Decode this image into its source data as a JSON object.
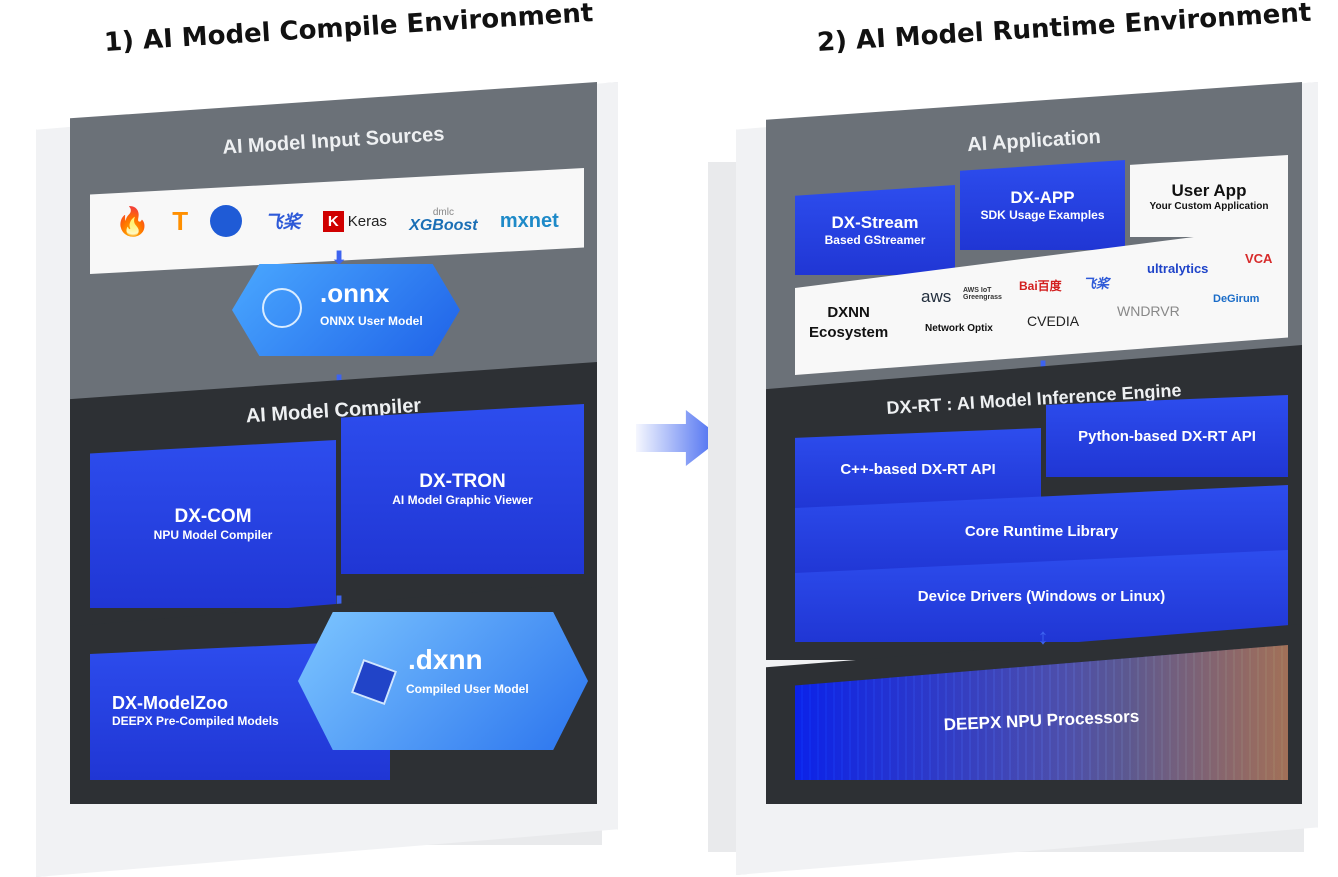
{
  "left": {
    "title": "1) AI Model Compile Environment",
    "input_sources": {
      "header": "AI Model Input Sources",
      "logos": [
        {
          "icon": "pytorch-icon"
        },
        {
          "icon": "tensorflow-icon"
        },
        {
          "icon": "onnx-runtime-icon"
        },
        {
          "icon": "paddle-icon",
          "text": "飞桨"
        },
        {
          "icon": "keras-icon",
          "badge": "K",
          "text": "Keras"
        },
        {
          "icon": "xgboost-icon",
          "small": "dmlc",
          "text": "XGBoost"
        },
        {
          "icon": "mxnet-icon",
          "text": "mxnet"
        }
      ]
    },
    "onnx": {
      "ext": ".onnx",
      "label": "ONNX User Model"
    },
    "compiler": {
      "header": "AI Model Compiler",
      "dx_com": {
        "title": "DX-COM",
        "subtitle": "NPU Model Compiler"
      },
      "dx_tron": {
        "title": "DX-TRON",
        "subtitle": "AI Model Graphic Viewer"
      }
    },
    "modelzoo": {
      "title": "DX-ModelZoo",
      "subtitle": "DEEPX Pre-Compiled Models"
    },
    "dxnn": {
      "ext": ".dxnn",
      "label": "Compiled User Model"
    }
  },
  "right": {
    "title": "2) AI Model Runtime Environment",
    "application": {
      "header": "AI Application",
      "dx_stream": {
        "title": "DX-Stream",
        "subtitle": "Based GStreamer"
      },
      "dx_app": {
        "title": "DX-APP",
        "subtitle": "SDK Usage Examples"
      },
      "user_app": {
        "title": "User App",
        "subtitle": "Your Custom Application"
      },
      "ecosystem": {
        "label_line1": "DXNN",
        "label_line2": "Ecosystem",
        "partners": [
          "aws",
          "AWS IoT Greengrass",
          "Bai百度",
          "飞桨",
          "ultralytics",
          "VCA",
          "Network Optix",
          "CVEDIA",
          "WNDRVR",
          "DeGirum"
        ]
      }
    },
    "runtime": {
      "header": "DX-RT : AI Model Inference Engine",
      "cpp_api": "C++-based DX-RT API",
      "python_api": "Python-based DX-RT API",
      "core_lib": "Core Runtime Library",
      "drivers": "Device Drivers (Windows or Linux)"
    },
    "npu": {
      "label": "DEEPX NPU Processors"
    }
  },
  "colors": {
    "accent_blue": "#2036d4",
    "arrow_blue": "#3d63f0",
    "panel_gray": "#6b7178",
    "panel_dark": "#2d3034"
  }
}
